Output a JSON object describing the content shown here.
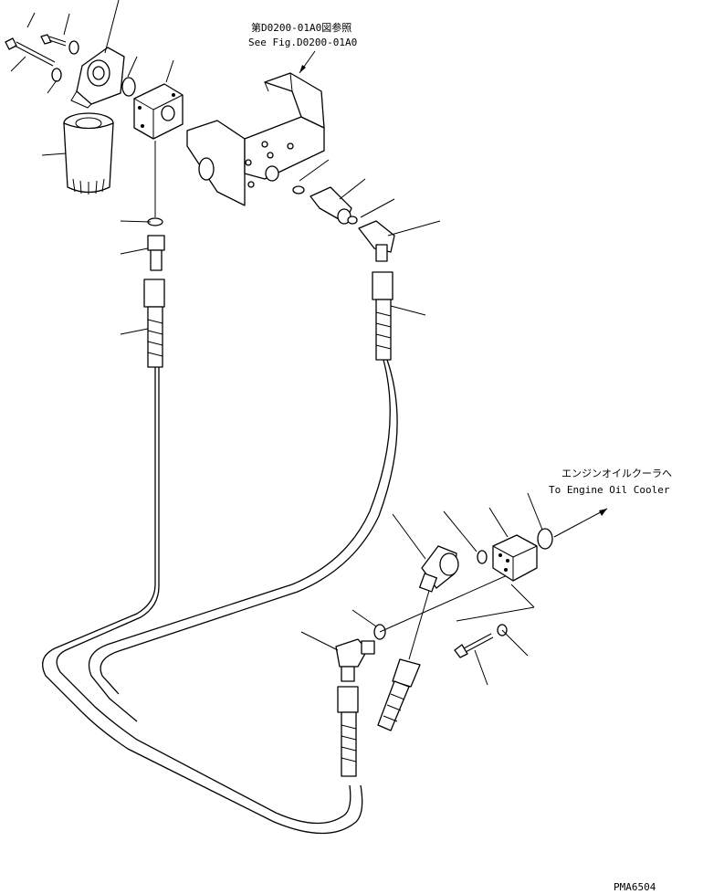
{
  "references": {
    "upper_jp": "第D0200-01A0図参照",
    "upper_en": "See Fig.D0200-01A0",
    "cooler_jp": "エンジンオイルクーラへ",
    "cooler_en": "To Engine Oil Cooler"
  },
  "drawing_number": "PMA6504",
  "icons": [
    "filter-cartridge-icon",
    "filter-head-icon",
    "block-icon",
    "bracket-icon",
    "hose-icon",
    "elbow-icon",
    "o-ring-icon",
    "bolt-icon",
    "washer-icon",
    "arrow-icon"
  ]
}
